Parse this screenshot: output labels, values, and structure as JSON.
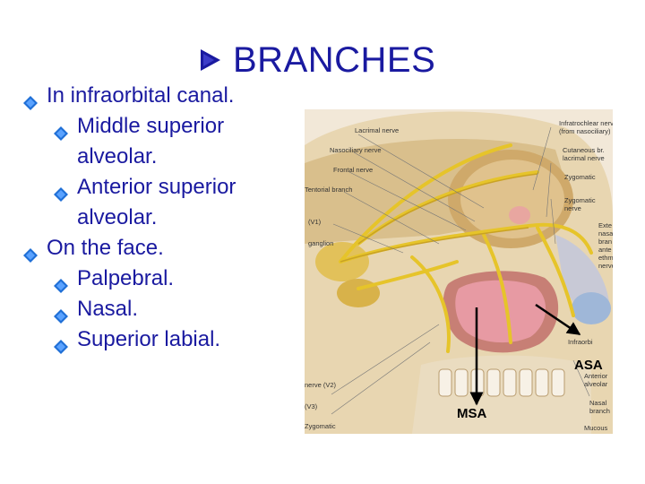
{
  "slide": {
    "title": "BRANCHES",
    "bullets": [
      {
        "level": 1,
        "lines": [
          "In infraorbital canal."
        ]
      },
      {
        "level": 2,
        "lines": [
          "Middle superior",
          "alveolar."
        ]
      },
      {
        "level": 2,
        "lines": [
          "Anterior superior",
          "alveolar."
        ]
      },
      {
        "level": 1,
        "lines": [
          "On the face."
        ]
      },
      {
        "level": 2,
        "lines": [
          "Palpebral."
        ]
      },
      {
        "level": 2,
        "lines": [
          "Nasal."
        ]
      },
      {
        "level": 2,
        "lines": [
          "Superior labial."
        ]
      }
    ]
  },
  "figure": {
    "nerve_labels": [
      "Lacrimal nerve",
      "Nasociliary nerve",
      "Frontal nerve",
      "Tentorial branch",
      "(V1)",
      "ganglion",
      "Infratrochlear nerve",
      "(from nasociliary)",
      "Cutaneous br.",
      "lacrimal nerve",
      "Zygomatic",
      "Zygomatic",
      "nerve",
      "Exte",
      "nasa",
      "bran",
      "ante",
      "ethm",
      "nerve",
      "Infraorbi",
      "Anterior",
      "alveolar",
      "nerve (V2)",
      "(V3)",
      "Zygomatic",
      "Nasal",
      "branch",
      "Mucous"
    ],
    "annotations": {
      "asa": "ASA",
      "msa": "MSA"
    }
  },
  "colors": {
    "text": "#1a1aa0",
    "bullet": "#1f6fd6",
    "bone": "#e9d3a6",
    "nerve": "#e6c42a",
    "sinus": "#e79aa3"
  }
}
